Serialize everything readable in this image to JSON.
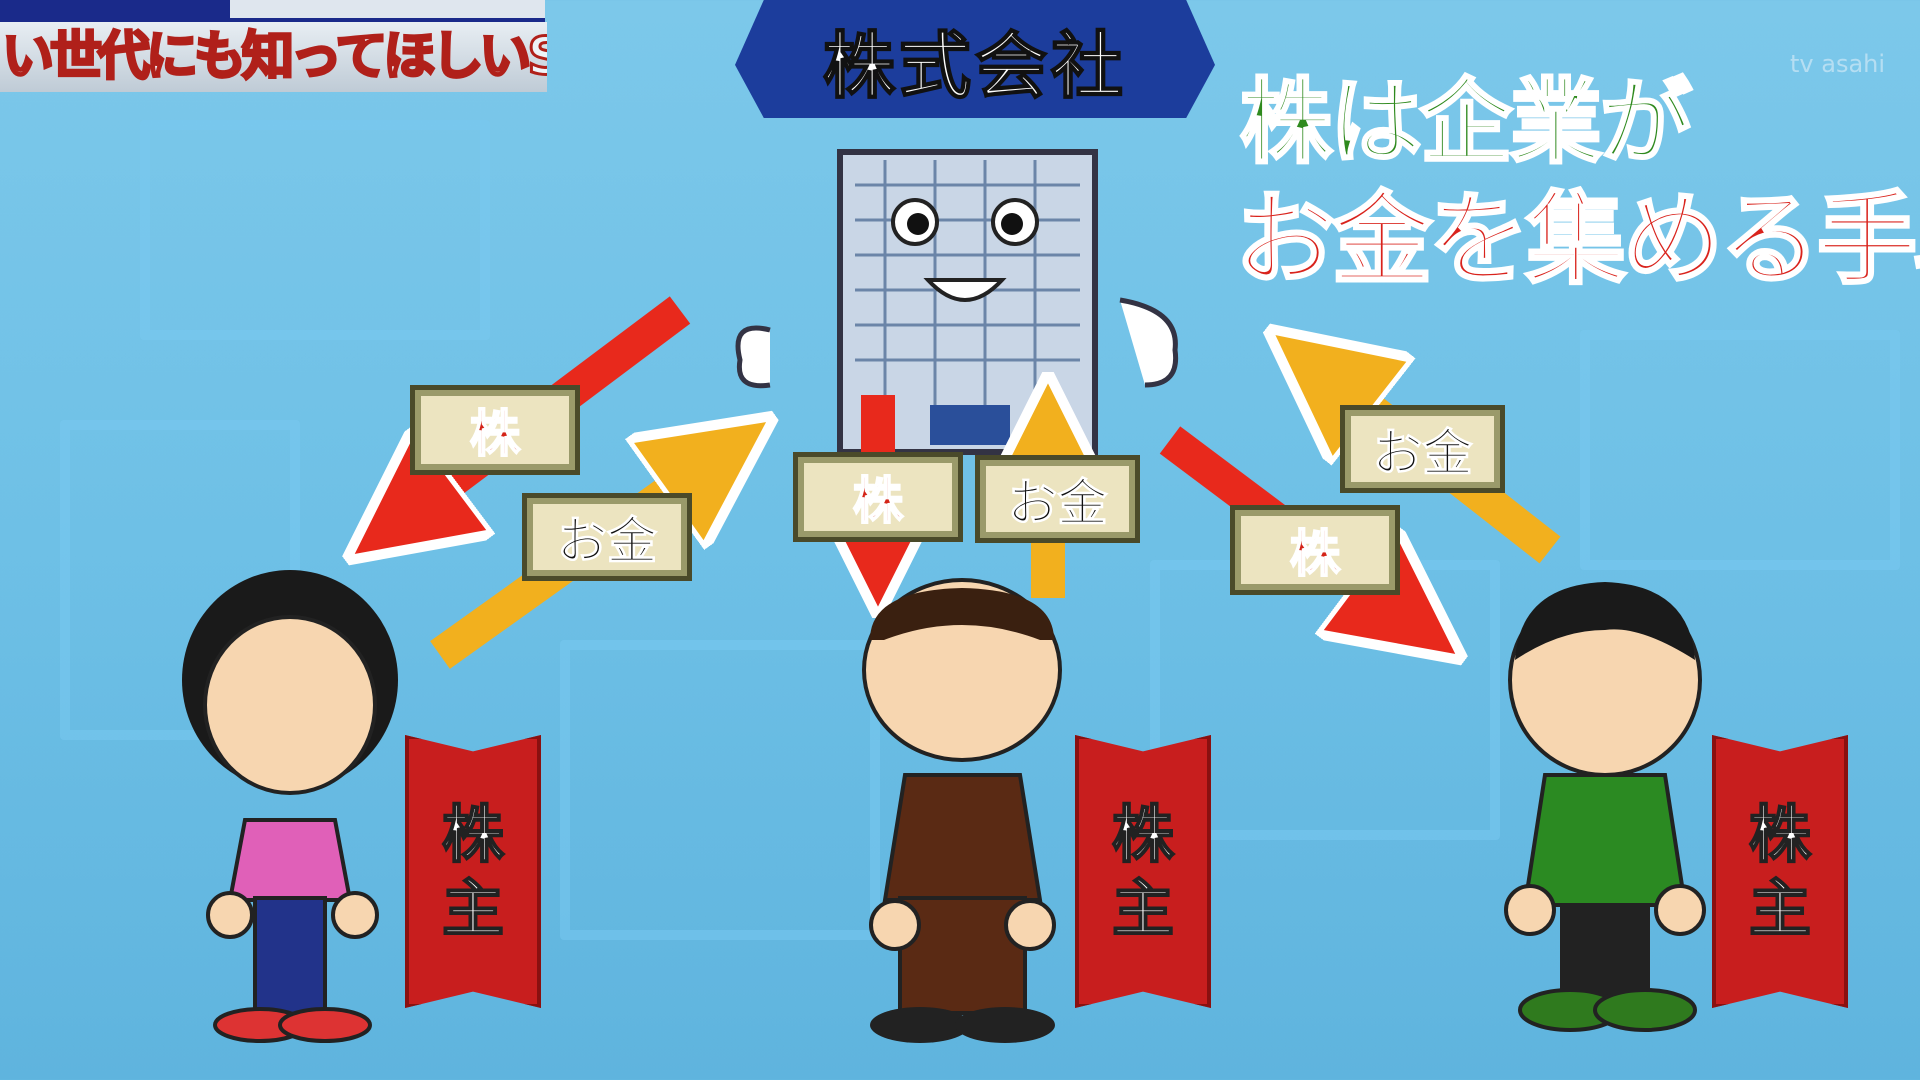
{
  "program": {
    "subtitle": "い世代にも知ってほしいSP",
    "channel_logo": "tv asahi"
  },
  "diagram": {
    "title": "株式会社",
    "headline_line1": "株は企業が",
    "headline_line2": "お金を集める手段",
    "tags": {
      "stock": "株",
      "money": "お金"
    },
    "shareholder_label": [
      "株",
      "主"
    ]
  },
  "colors": {
    "stock_arrow": "#e8291c",
    "money_arrow": "#f2b01e",
    "title_bg": "#1c3d9c",
    "headline_green": "#2f8a1e",
    "headline_red": "#d9231c"
  }
}
